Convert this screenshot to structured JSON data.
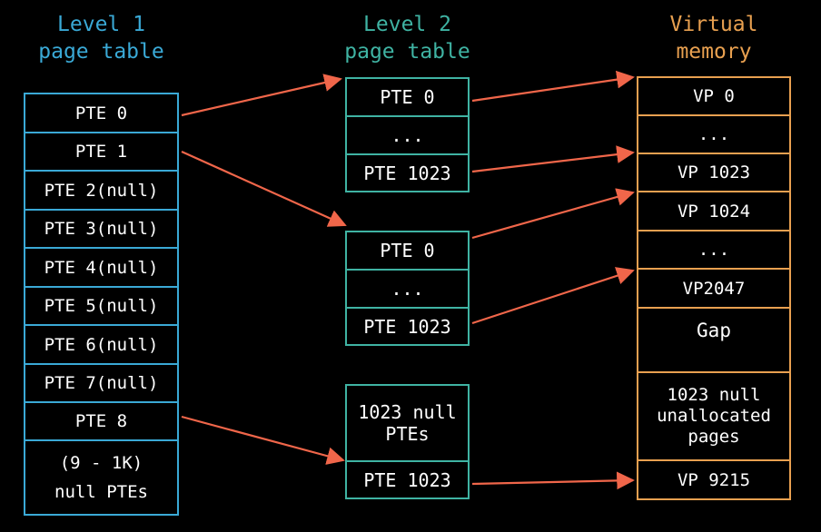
{
  "headings": {
    "level1": "Level 1\npage table",
    "level2": "Level 2\npage table",
    "virtual": "Virtual\nmemory"
  },
  "colors": {
    "level1": "#3aa9d6",
    "level2": "#3fb3a3",
    "virtual": "#e8a050",
    "arrow": "#f0664a"
  },
  "level1": [
    "PTE 0",
    "PTE 1",
    "PTE 2(null)",
    "PTE 3(null)",
    "PTE 4(null)",
    "PTE 5(null)",
    "PTE 6(null)",
    "PTE 7(null)",
    "PTE 8",
    "(9 - 1K)\nnull PTEs"
  ],
  "level2": {
    "table_a": [
      "PTE 0",
      "...",
      "PTE 1023"
    ],
    "table_b": [
      "PTE 0",
      "...",
      "PTE 1023"
    ],
    "table_c": [
      "1023 null\nPTEs",
      "PTE 1023"
    ]
  },
  "virtual_memory": [
    "VP 0",
    "...",
    "VP 1023",
    "VP 1024",
    "...",
    "VP2047",
    "Gap",
    "1023 null\nunallocated\npages",
    "VP 9215"
  ]
}
